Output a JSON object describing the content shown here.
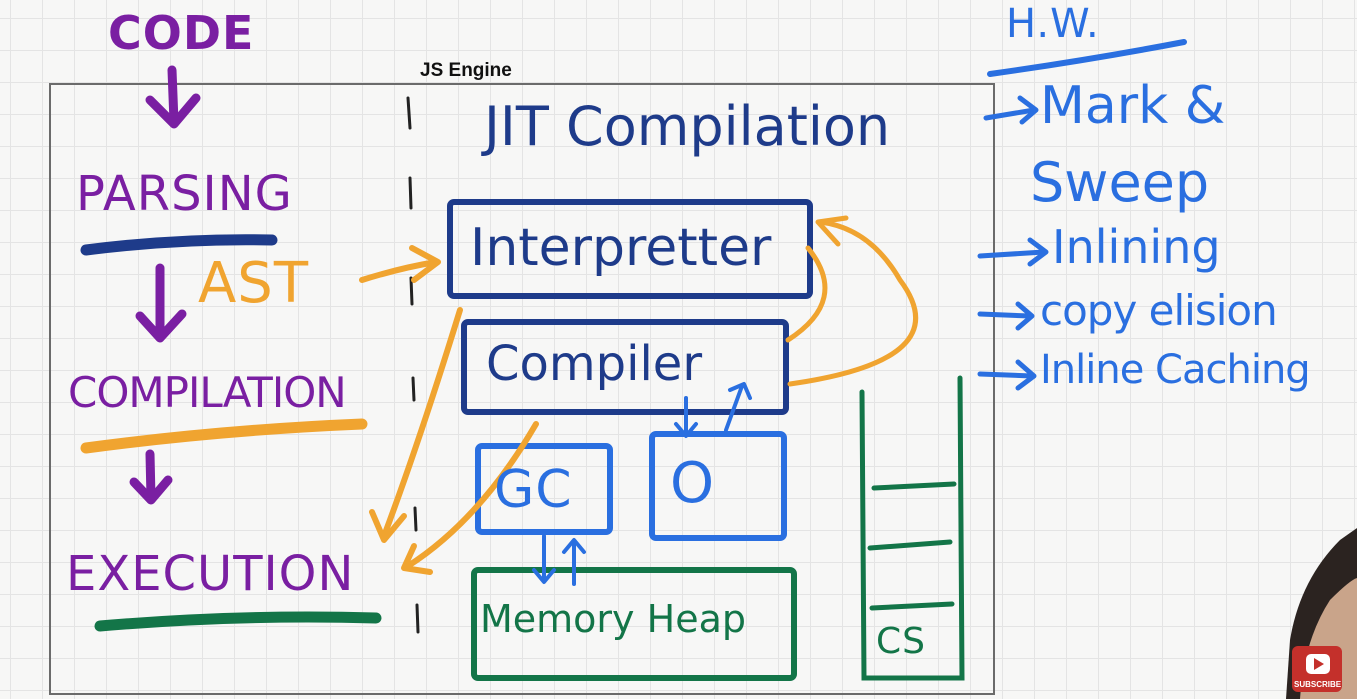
{
  "diagram": {
    "title": "JS Engine",
    "pipeline": {
      "steps": [
        "CODE",
        "PARSING",
        "COMPILATION",
        "EXECUTION"
      ],
      "ast_label": "AST"
    },
    "jit_title": "JIT Compilation",
    "components": {
      "interpreter": "Interpretter",
      "compiler": "Compiler",
      "gc": "GC",
      "optimizer": "O",
      "memory_heap": "Memory Heap",
      "call_stack": "CS"
    },
    "homework": {
      "heading": "H.W.",
      "items": [
        "Mark &",
        "Sweep",
        "Inlining",
        "copy elision",
        "Inline Caching"
      ]
    }
  },
  "subscribe_label": "SUBSCRIBE",
  "colors": {
    "purple": "#7a1fa2",
    "orange": "#f0a430",
    "blue": "#2a6fe0",
    "navy": "#1e3b8a",
    "green": "#137548"
  }
}
